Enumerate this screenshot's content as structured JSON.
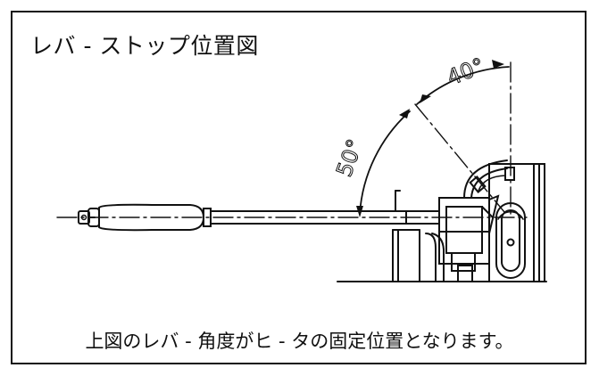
{
  "diagram": {
    "title": "レバ - ストップ位置図",
    "caption": "上図のレバ - 角度がヒ - タの固定位置となります。",
    "angle_labels": {
      "upper": "40°",
      "lower": "50°"
    }
  }
}
